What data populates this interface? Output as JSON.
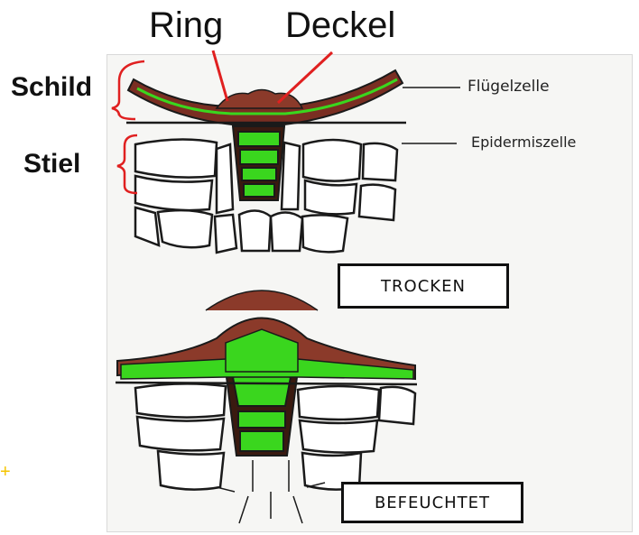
{
  "labels": {
    "ring": "Ring",
    "deckel": "Deckel",
    "schild": "Schild",
    "stiel": "Stiel",
    "fluegelzelle": "Flügelzelle",
    "epidermiszelle": "Epidermiszelle"
  },
  "states": {
    "dry": "TROCKEN",
    "wet": "BEFEUCHTET"
  },
  "colors": {
    "crust": "#8b3a2a",
    "green": "#36d11c",
    "bracket": "#e02020",
    "pointer": "#e02020"
  }
}
